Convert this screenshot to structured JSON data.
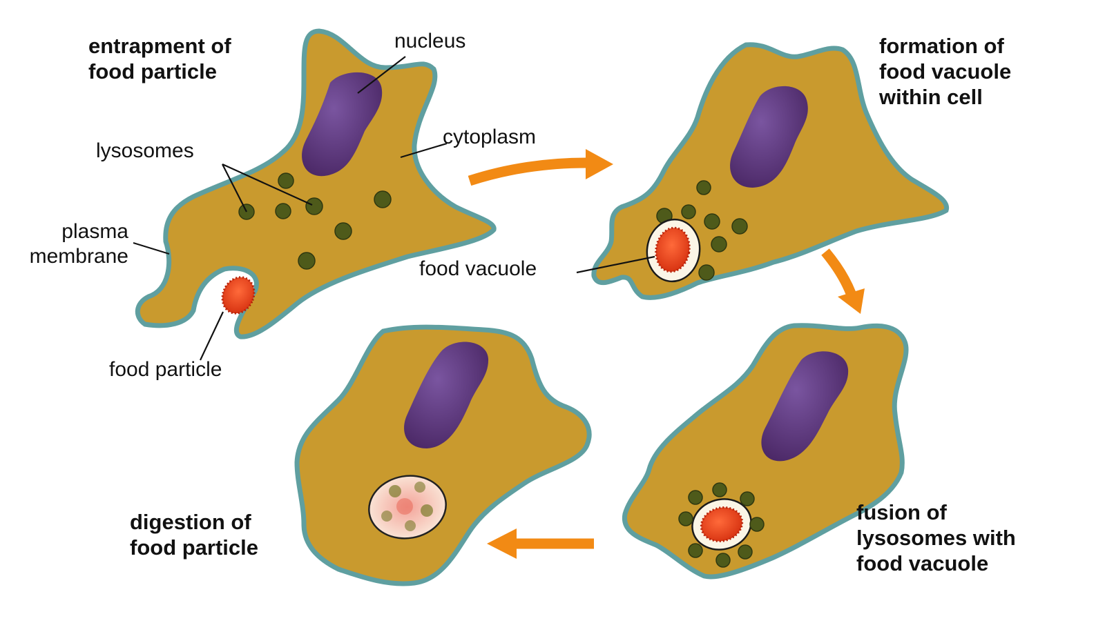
{
  "stages": [
    {
      "title": "entrapment of\nfood particle"
    },
    {
      "title": "formation of\nfood vacuole\nwithin cell"
    },
    {
      "title": "fusion of\nlysosomes with\nfood vacuole"
    },
    {
      "title": "digestion of\nfood particle"
    }
  ],
  "labels": {
    "nucleus": "nucleus",
    "cytoplasm": "cytoplasm",
    "lysosomes": "lysosomes",
    "plasma_membrane": "plasma\nmembrane",
    "food_particle": "food particle",
    "food_vacuole": "food vacuole"
  },
  "colors": {
    "cytoplasm": "#c99a2e",
    "membrane": "#5f9fa0",
    "nucleus": "#5b3478",
    "lysosome": "#4e5a1a",
    "food_particle": "#e8401e",
    "vacuole": "#fbf5e6",
    "arrow": "#f28a14"
  }
}
